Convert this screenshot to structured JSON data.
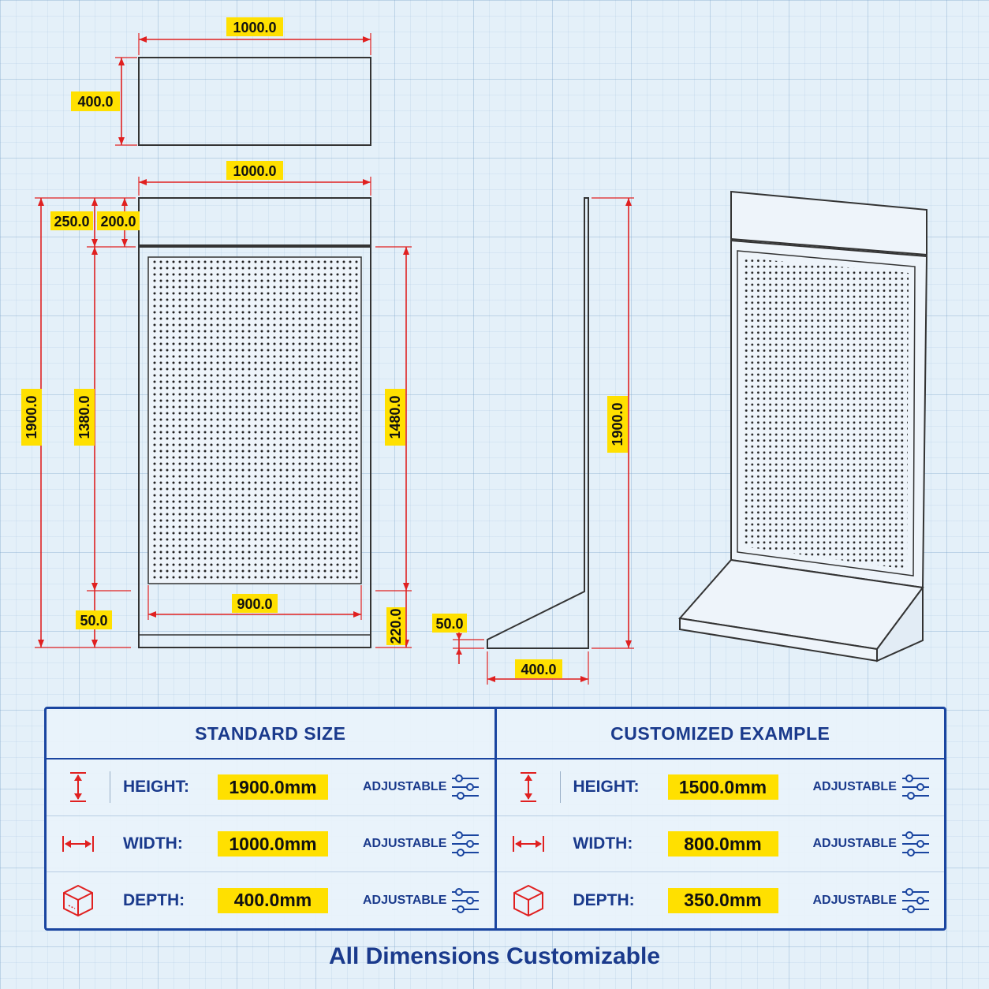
{
  "dimensions": {
    "top_view_width": "1000.0",
    "top_view_depth": "400.0",
    "front_width": "1000.0",
    "header_height": "250.0",
    "header_inner": "200.0",
    "total_height": "1900.0",
    "panel_height": "1380.0",
    "frame_height": "1480.0",
    "panel_width": "900.0",
    "bottom_gap": "50.0",
    "base_height": "220.0",
    "side_height": "1900.0",
    "side_foot_height": "50.0",
    "side_depth": "400.0"
  },
  "table": {
    "standard": {
      "title": "STANDARD SIZE",
      "rows": [
        {
          "icon": "height-arrow-icon",
          "label": "HEIGHT:",
          "value": "1900.0mm",
          "adjust": "ADJUSTABLE"
        },
        {
          "icon": "width-arrow-icon",
          "label": "WIDTH:",
          "value": "1000.0mm",
          "adjust": "ADJUSTABLE"
        },
        {
          "icon": "depth-cube-icon",
          "label": "DEPTH:",
          "value": "400.0mm",
          "adjust": "ADJUSTABLE"
        }
      ]
    },
    "custom": {
      "title": "CUSTOMIZED EXAMPLE",
      "rows": [
        {
          "icon": "height-arrow-icon",
          "label": "HEIGHT:",
          "value": "1500.0mm",
          "adjust": "ADJUSTABLE"
        },
        {
          "icon": "width-arrow-icon",
          "label": "WIDTH:",
          "value": "800.0mm",
          "adjust": "ADJUSTABLE"
        },
        {
          "icon": "depth-cube-icon",
          "label": "DEPTH:",
          "value": "350.0mm",
          "adjust": "ADJUSTABLE"
        }
      ]
    }
  },
  "footer": "All Dimensions Customizable",
  "colors": {
    "accent": "#1a45a0",
    "dimension": "#e02020",
    "label_bg": "#ffe000",
    "background": "#e4f0f9"
  }
}
